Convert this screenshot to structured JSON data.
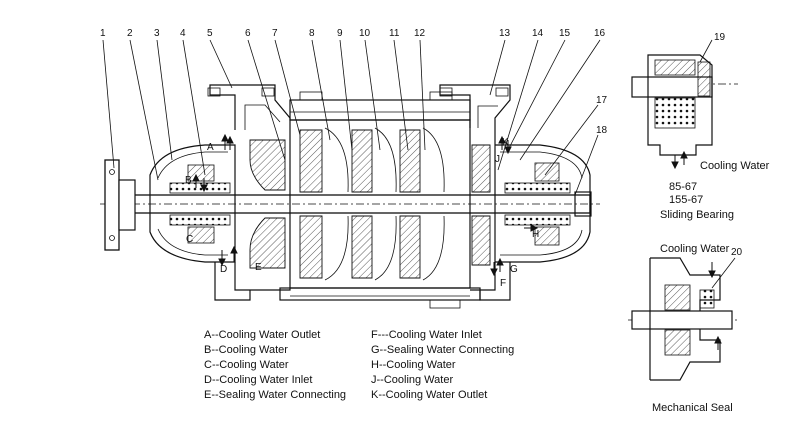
{
  "part_numbers": [
    "1",
    "2",
    "3",
    "4",
    "5",
    "6",
    "7",
    "8",
    "9",
    "10",
    "11",
    "12",
    "13",
    "14",
    "15",
    "16",
    "17",
    "18",
    "19",
    "20"
  ],
  "point_letters": [
    "A",
    "B",
    "C",
    "D",
    "E",
    "F",
    "G",
    "H",
    "J",
    "K"
  ],
  "legend_left": [
    "A--Cooling Water Outlet",
    "B--Cooling Water",
    "C--Cooling Water",
    "D--Cooling Water Inlet",
    "E--Sealing Water Connecting"
  ],
  "legend_right": [
    "F---Cooling Water Inlet",
    "G--Sealing Water Connecting",
    "H--Cooling Water",
    "J--Cooling Water",
    "K--Cooling Water Outlet"
  ],
  "sliding_bearing": {
    "cooling_label": "Cooling Water",
    "spec_1": "85-67",
    "spec_2": "155-67",
    "caption": "Sliding Bearing"
  },
  "mechanical_seal": {
    "cooling_label": "Cooling Water",
    "caption": "Mechanical Seal"
  }
}
